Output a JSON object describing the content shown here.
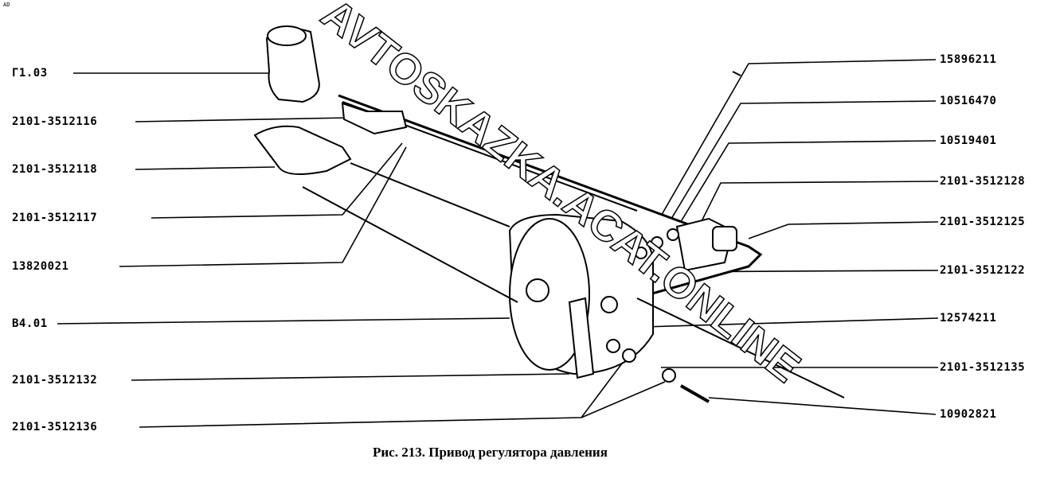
{
  "corner_mark": "AD",
  "watermark": "AVTOSKAZKA.ACAT.ONLINE",
  "caption": "Рис. 213. Привод регулятора давления",
  "left_labels": [
    "Г1.03",
    "2101-3512116",
    "2101-3512118",
    "2101-3512117",
    "13820021",
    "В4.01",
    "2101-3512132",
    "2101-3512136"
  ],
  "right_labels": [
    "15896211",
    "10516470",
    "10519401",
    "2101-3512128",
    "2101-3512125",
    "2101-3512122",
    "12574211",
    "2101-3512135",
    "10902821"
  ]
}
